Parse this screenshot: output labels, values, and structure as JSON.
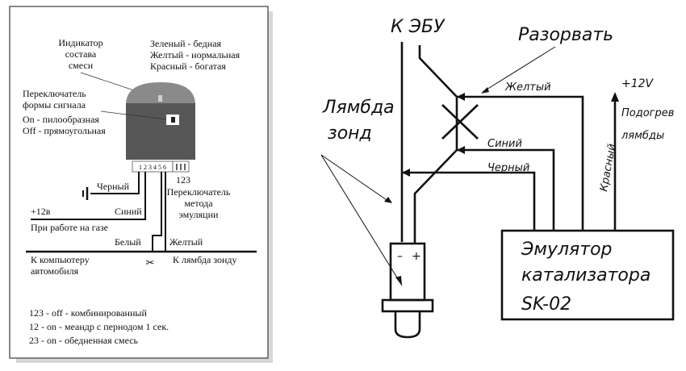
{
  "left": {
    "indicator": [
      "Индикатор",
      "состава",
      "смеси"
    ],
    "colors": [
      "Зеленый - бедная",
      "Желтый  - нормальная",
      "Красный - богатая"
    ],
    "switch_form": [
      "Переключатель",
      "формы сигнала"
    ],
    "switch_on": "On  - пилообразная",
    "switch_off": "Off - прямоугольная",
    "pins": "1 2 3 4 5 6",
    "method_num": "123",
    "method": [
      "Переключатель",
      "метода",
      "эмуляции"
    ],
    "black": "Черный",
    "plus12": "+12в",
    "blue": "Синий",
    "gas": "При работе на газе",
    "white": "Белый",
    "yellow": "Желтый",
    "computer": [
      "К компьютеру",
      "автомобиля"
    ],
    "lambda": "К лямбда зонду",
    "notes": [
      "123 - off - комбинированный",
      "12   - on - меандр с пернодом 1 сек.",
      "23   - on - обедненная смесь"
    ]
  },
  "right": {
    "ecu": "К ЭБУ",
    "break": "Разорвать",
    "yellow": "Желтый",
    "plus12v": "+12V",
    "heat": [
      "Подогрев",
      "лямбды"
    ],
    "lambda": [
      "Лямбда",
      "зонд"
    ],
    "blue": "Синий",
    "black": "Черный",
    "red": "Красный",
    "emulator": [
      "Эмулятор",
      "катализатора",
      "SK-02"
    ],
    "sensor_minus": "–",
    "sensor_plus": "+"
  }
}
